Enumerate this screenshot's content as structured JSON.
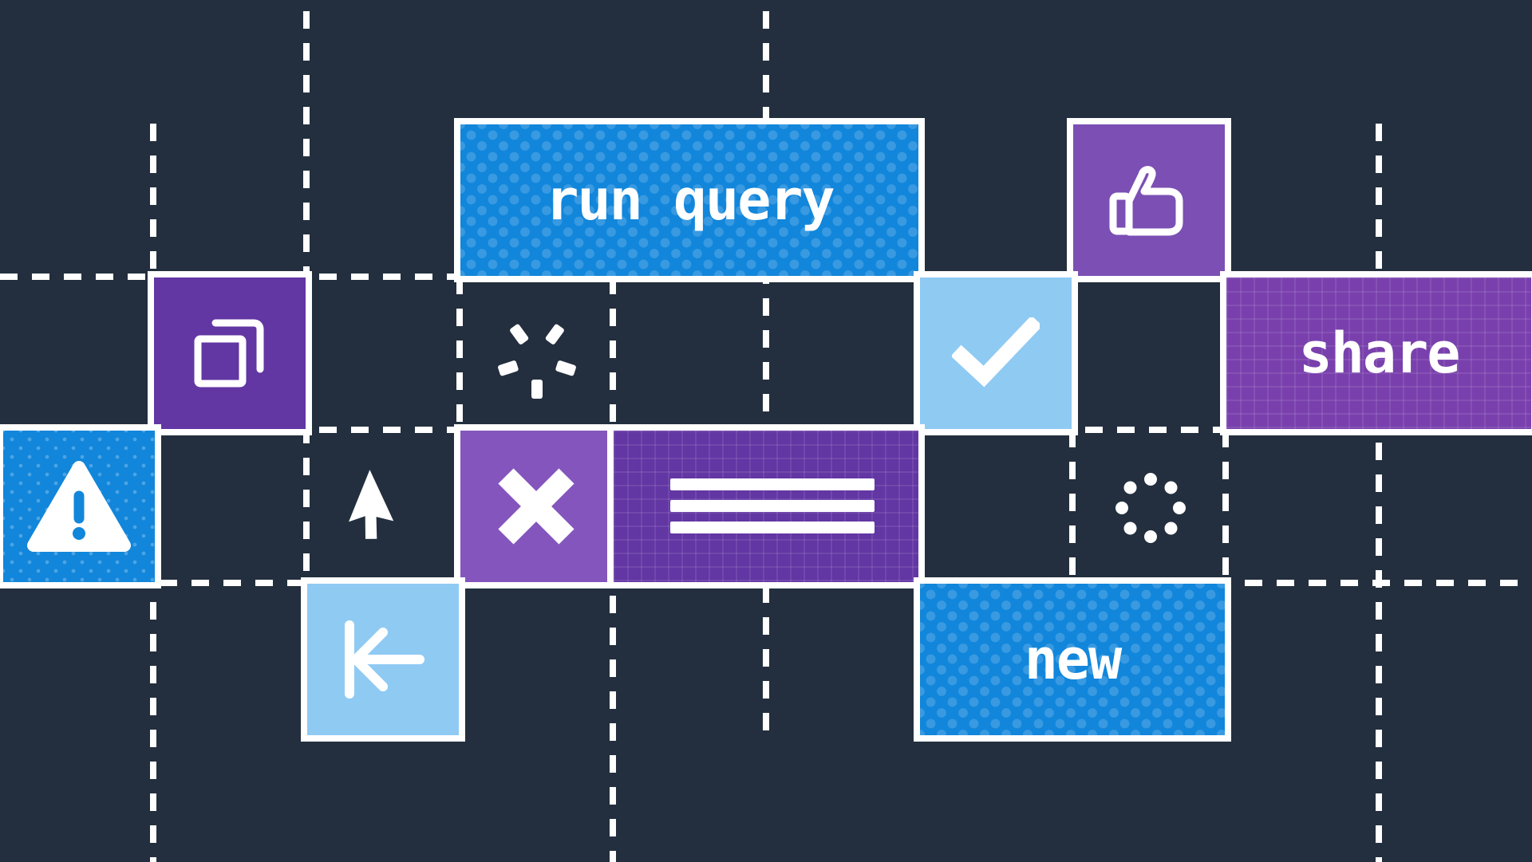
{
  "illustration": {
    "title": "ui-buttons-grid-illustration",
    "background_color": "#232f3e",
    "grid_line_color": "#ffffff",
    "palette": {
      "blue": "#1186db",
      "purple_dark": "#6236a3",
      "purple": "#7940ad",
      "purple_mid": "#7b4fb4",
      "purple_light": "#8456bd",
      "sky_blue": "#8fcaf3",
      "white": "#ffffff"
    },
    "buttons": [
      {
        "id": "run-query",
        "label": "run query",
        "color": "#1186db",
        "texture": "dots"
      },
      {
        "id": "like",
        "icon": "thumbs-up-icon",
        "color": "#7b4fb4"
      },
      {
        "id": "copy",
        "icon": "copy-icon",
        "color": "#6236a3"
      },
      {
        "id": "confirm",
        "icon": "check-icon",
        "color": "#8fcaf3"
      },
      {
        "id": "share",
        "label": "share",
        "color": "#7940ad",
        "texture": "grid"
      },
      {
        "id": "warning",
        "icon": "warning-triangle-icon",
        "color": "#1186db",
        "texture": "fine-dots"
      },
      {
        "id": "close",
        "icon": "x-icon",
        "color": "#8456bd"
      },
      {
        "id": "menu",
        "icon": "hamburger-icon",
        "color": "#6236a3",
        "texture": "grid"
      },
      {
        "id": "skip-to-start",
        "icon": "skip-to-start-icon",
        "color": "#8fcaf3"
      },
      {
        "id": "new",
        "label": "new",
        "color": "#1186db",
        "texture": "dots"
      }
    ],
    "decorations": [
      {
        "id": "spark",
        "icon": "loading-spark-icon"
      },
      {
        "id": "cursor",
        "icon": "cursor-arrow-icon"
      },
      {
        "id": "spinner",
        "icon": "spinner-dots-icon"
      }
    ]
  }
}
